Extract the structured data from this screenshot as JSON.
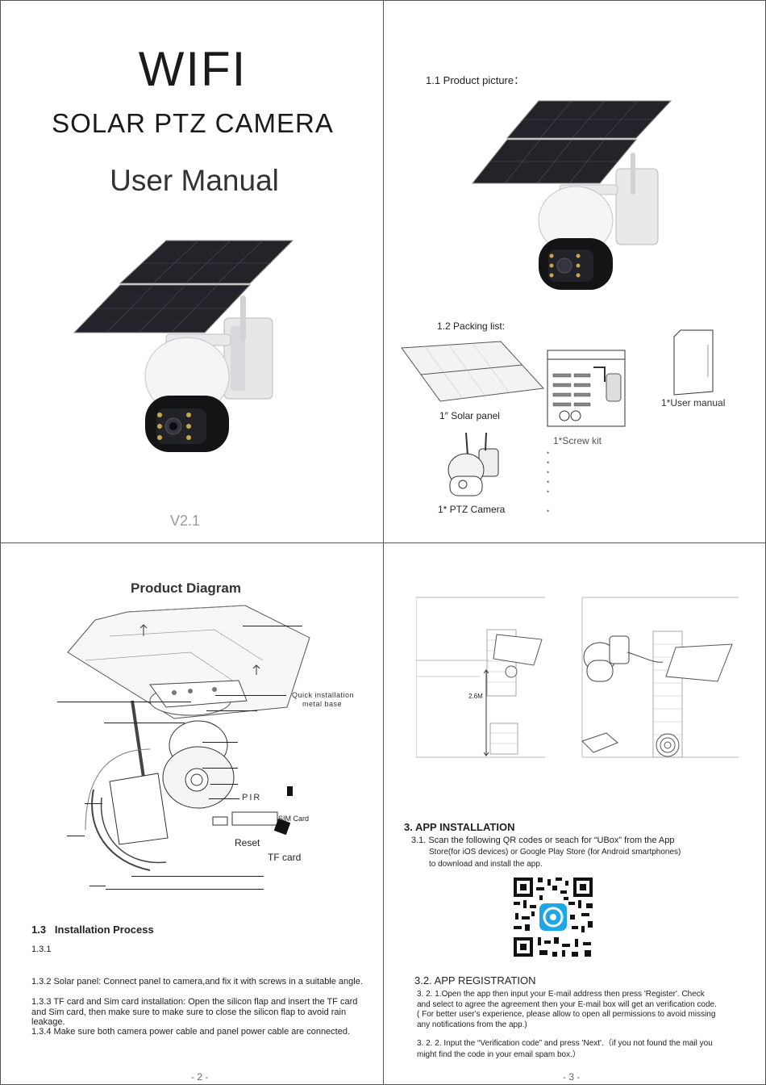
{
  "page1": {
    "title": "WIFI",
    "subtitle": "SOLAR PTZ CAMERA",
    "manual": "User Manual",
    "version": "V2.1"
  },
  "page2": {
    "product_picture": "1.1 Product picture：",
    "packing_list": "1.2 Packing list:",
    "items": {
      "solar_panel": "1″ Solar panel",
      "screw_kit": "1*Screw kit",
      "user_manual": "1*User manual",
      "ptz_camera": "1* PTZ Camera"
    }
  },
  "page3": {
    "heading": "Product Diagram",
    "labels": {
      "quick_install": "Quick installation",
      "metal_base": "metal base",
      "pir": "PIR",
      "sim_card": "SIM Card",
      "reset": "Reset",
      "tf_card": "TF card"
    },
    "section_title": "1.3   Installation Process",
    "step_131": "1.3.1",
    "step_132": "1.3.2  Solar panel: Connect panel to camera,and fix it with screws in a suitable angle.",
    "step_133": "1.3.3  TF card and Sim  card installation: Open the silicon flap and insert the TF card and Sim card, then make sure to make sure to close the silicon flap to avoid rain leakage.",
    "step_134": "1.3.4  Make sure both camera power cable and panel power cable are connected.",
    "page_number": "- 2 -"
  },
  "page4": {
    "height_label": "2.6M",
    "app_install_title": "3. APP INSTALLATION",
    "app_install_line1": "3.1. Scan the following QR codes or seach for “UBox” from the App",
    "app_install_line2": "Store(for iOS devices) or Google Play Store (for Android smartphones)",
    "app_install_line3": "to download and install the app.",
    "registration_title": "3.2. APP REGISTRATION",
    "reg_321": "3. 2. 1.Open the app then input your  E-mail address then press 'Register'. Check and select to agree the agreement then your E-mail box will get an verification code.( For better user's experience, please allow to open all permissions to avoid missing any notifications from the app.)",
    "reg_322": "3. 2. 2.  Input the “Verification code” and   press 'Next'.（if you not found the mail you might find the code in your email spam box.）",
    "page_number": "- 3 -"
  }
}
